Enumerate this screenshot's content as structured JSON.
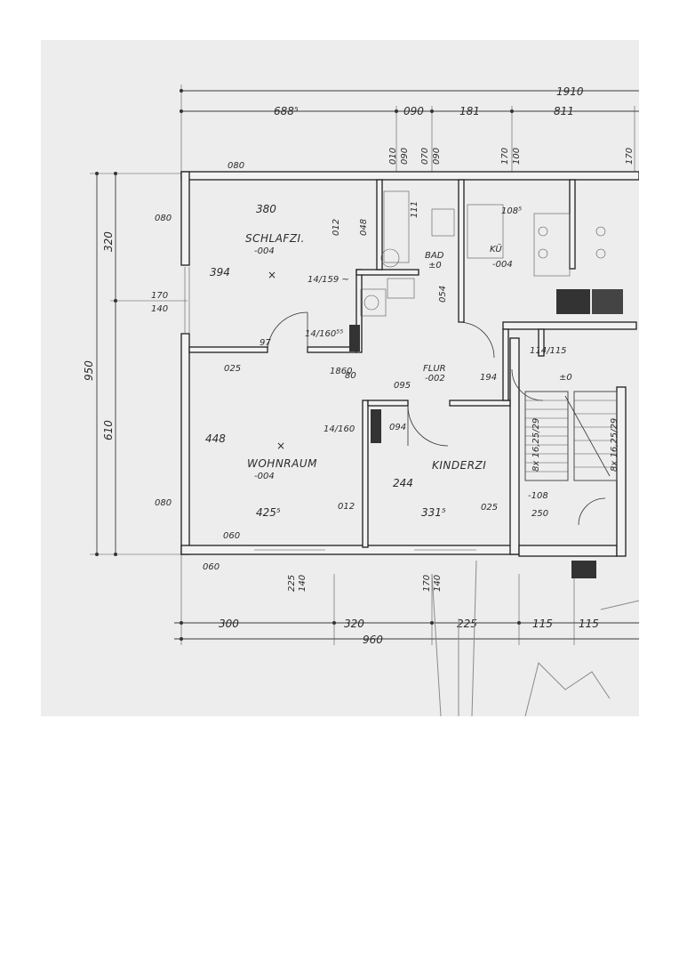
{
  "drawing": {
    "rooms": {
      "schlafzimmer": "SCHLAFZI.",
      "schlafzimmer_code": "-004",
      "wohnraum": "WOHNRAUM",
      "wohnraum_code": "-004",
      "kinder": "KINDERZI",
      "bad": "BAD",
      "bad_code": "±0",
      "kueche": "KÜ",
      "kueche_code": "-004",
      "flur": "FLUR",
      "flur_code": "-002"
    },
    "dims": {
      "top_total": "1910",
      "top_left": "688⁵",
      "top_090": "090",
      "top_181": "181",
      "top_811": "811",
      "left_total": "950",
      "left_320": "320",
      "left_610": "610",
      "left_170": "170",
      "left_140": "140",
      "left_080a": "080",
      "left_080b": "080",
      "schlafzi_width": "380",
      "schlafzi_depth": "394",
      "wohn_depth": "448",
      "wohn_width": "425⁵",
      "kinder_width": "331⁵",
      "kinder_depth": "244",
      "bottom_300": "300",
      "bottom_320": "320",
      "bottom_225": "225",
      "bottom_115a": "115",
      "bottom_115b": "115",
      "bottom_total": "960",
      "bottom_060": "060",
      "bottom_225v": "225",
      "bottom_140v": "140",
      "bottom_170v": "170",
      "bottom_140w": "140",
      "bad_width": "108⁵",
      "stairs_1": "8x 16,25/29",
      "stairs_2": "8x 16,25/29",
      "stair_level": "-108",
      "landing_level": "±0",
      "landing_dims": "114/115",
      "win_1": "14/159 ~",
      "win_2": "14/160⁵⁵",
      "win_3": "14/160",
      "door_1": "97",
      "door_2": "80",
      "door_3": "094",
      "door_4": "194",
      "door_5": "250",
      "door_6": "095",
      "code_025a": "025",
      "code_025b": "025",
      "code_012a": "012",
      "code_012b": "012",
      "code_080c": "080",
      "code_060": "060",
      "code_1860": "1860",
      "kueche_048": "048",
      "bad_054": "054",
      "bad_111": "111"
    },
    "vert_top": [
      "010",
      "090",
      "070",
      "090",
      "170",
      "100",
      "170"
    ]
  }
}
